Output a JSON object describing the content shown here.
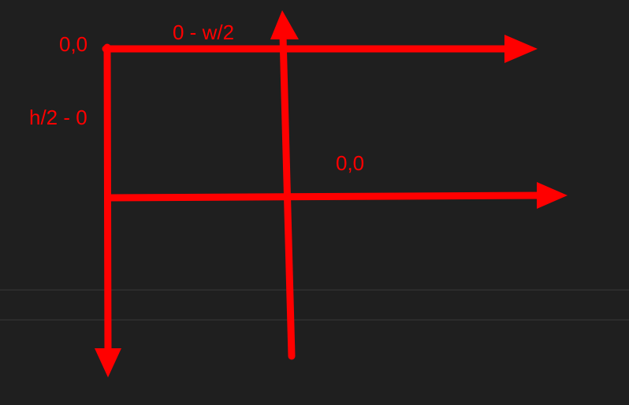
{
  "labels": {
    "origin_top_left": "0,0",
    "width_range": "0 - w/2",
    "height_range": "h/2 - 0",
    "origin_center": "0,0"
  },
  "colors": {
    "background": "#1f1f1f",
    "arrow": "#ff0000",
    "faint_line": "#2c2c2c"
  }
}
